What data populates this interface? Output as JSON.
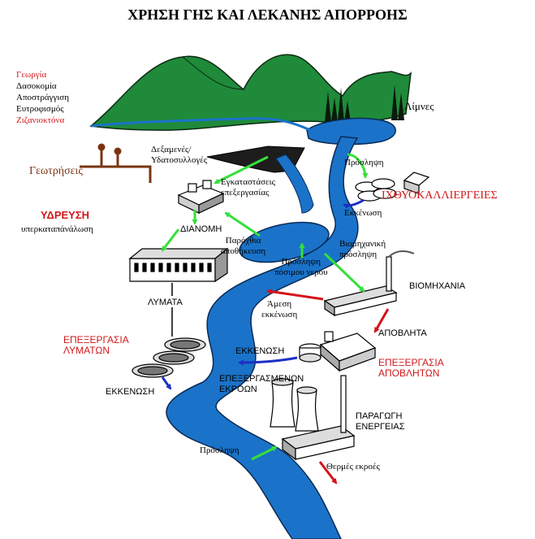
{
  "title": "ΧΡΗΣΗ ΓΗΣ ΚΑΙ ΛΕΚΑΝΗΣ ΑΠΟΡΡΟΗΣ",
  "land_uses": {
    "agriculture": "Γεωργία",
    "forestry": "Δασοκομία",
    "drainage": "Αποστράγγιση",
    "eutrophication": "Ευτροφισμός",
    "herbicides": "Ζιζανιοκτόνα"
  },
  "lakes": "Λίμνες",
  "boreholes": "Γεωτρήσεις",
  "reservoirs": "Δεξαμενές/\nΥδατοσυλλογές",
  "treatment_plant": "Εγκαταστάσεις\nεπεξεργασίας",
  "water_supply": "ΥΔΡΕΥΣΗ",
  "overexploitation": "υπερκαταπάνάλωση",
  "distribution": "ΔΙΑΝΟΜΗ",
  "bank_storage": "Παρόχθια\nαποθήκευση",
  "drinking_intake": "Πρόσληψη\nπόσιμου νερου",
  "sewage": "ΛΥΜΑΤΑ",
  "sewage_treatment": "ΕΠΕΞΕΡΓΑΣΙΑ\nΛΥΜΑΤΩΝ",
  "sewage_discharge": "ΕΚΚΕΝΩΣΗ",
  "fish_intake": "Πρόσληψη",
  "fish_farms": "ΙΧΘΥΟΚΑΛΛΙΕΡΓΕΙΕΣ",
  "fish_discharge": "Εκκένωση",
  "industrial_intake": "Βιομηχανική\nπρόσληψη",
  "industry": "ΒΙΟΜΗΧΑΝΙΑ",
  "direct_discharge": "Άμεση\nεκκένωση",
  "waste": "ΑΠΟΒΛΗΤΑ",
  "waste_treatment": "ΕΠΕΞΕΡΓΑΣΙΑ\nΑΠΟΒΛΗΤΩΝ",
  "effluent_discharge": "ΕΚΚΕΝΩΣΗ",
  "treated_effluent": "ΕΠΕΞΕΡΓΑΣΜΕΝΩΝ\nΕΚΡΟΩΝ",
  "power_generation": "ΠΑΡΑΓΩΓΗ\nΕΝΕΡΓΕΙΑΣ",
  "power_intake": "Πρόσληψη",
  "thermal_discharge": "Θερμές εκροές",
  "colors": {
    "hills": "#1f8a3a",
    "river": "#1a73c9",
    "intake_arrow": "#35e03a",
    "discharge_arrow": "#1d2fc4",
    "direct_arrow": "#d4121a",
    "label_red": "#d0181b",
    "borehole": "#7a3412"
  }
}
